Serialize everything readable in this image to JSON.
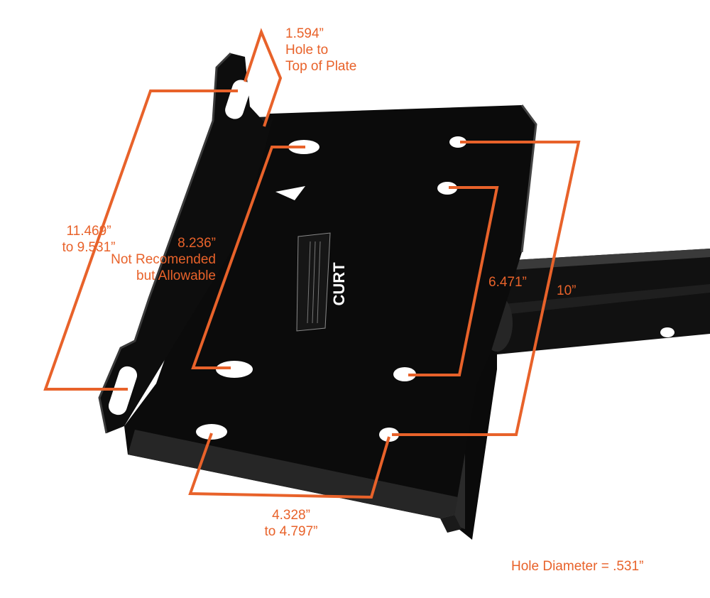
{
  "colors": {
    "annotation": "#e8622a",
    "plate": "#0b0b0b",
    "plate_edge": "#2a2a2a",
    "plate_highlight": "#3a3a3a",
    "background": "#ffffff"
  },
  "plate": {
    "brand": "CURT"
  },
  "dimensions": {
    "top_hole": {
      "line1": "1.594”",
      "line2": "Hole to",
      "line3": "Top of Plate"
    },
    "side_slots": {
      "line1": "11.469”",
      "line2": "to 9.531”"
    },
    "left_inner": {
      "line1": "8.236”",
      "line2": "Not Recomended",
      "line3": "but Allowable"
    },
    "right_inner": {
      "line1": "6.471”"
    },
    "right_outer": {
      "line1": "10”"
    },
    "bottom_width": {
      "line1": "4.328”",
      "line2": "to 4.797”"
    },
    "hole_diameter": {
      "line1": "Hole Diameter = .531”"
    }
  }
}
